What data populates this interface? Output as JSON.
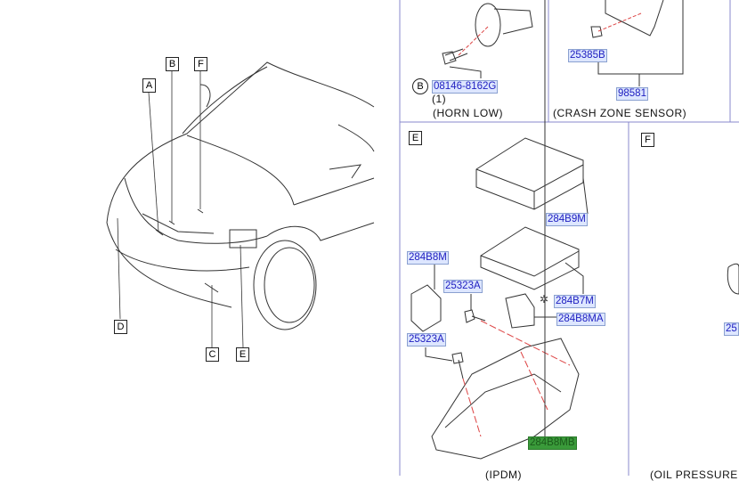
{
  "overview": {
    "callouts": [
      "A",
      "B",
      "F",
      "D",
      "C",
      "E"
    ]
  },
  "panels": {
    "horn": {
      "circle_ref": "B",
      "part": "08146-8162G",
      "qty": "(1)",
      "caption": "(HORN   LOW)"
    },
    "crash": {
      "parts": [
        "25385B",
        "98581"
      ],
      "caption": "(CRASH   ZONE   SENSOR)"
    },
    "ipdm": {
      "label": "E",
      "parts": {
        "p1": "284B9M",
        "p2": "284B8M",
        "p3": "25323A",
        "p4": "284B7M",
        "p5": "284B8MA",
        "p6": "25323A",
        "p7": "284B8MB"
      },
      "caption": "(IPDM)"
    },
    "oil": {
      "label": "F",
      "part": "25",
      "caption": "(OIL   PRESSURE"
    }
  }
}
